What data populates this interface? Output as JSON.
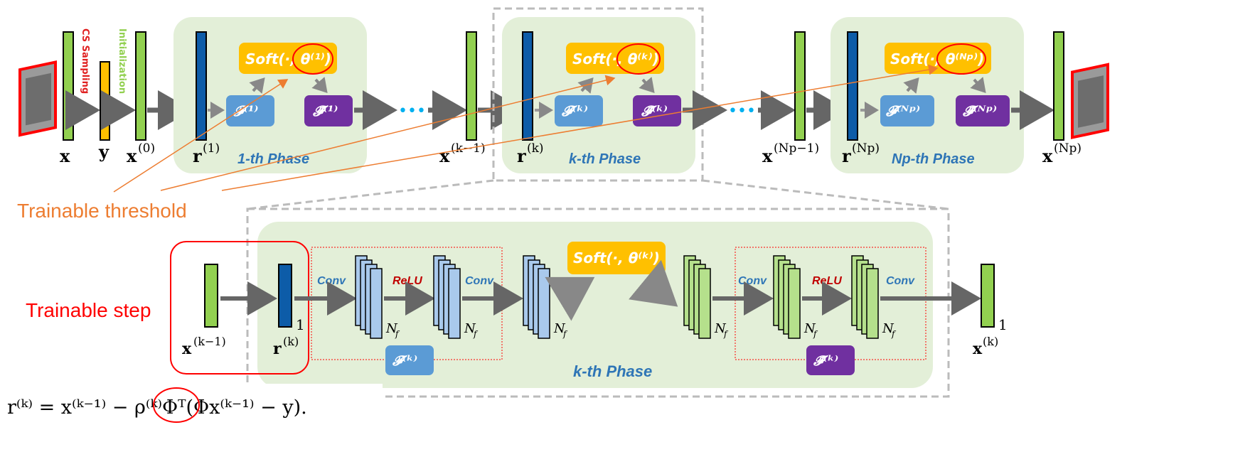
{
  "top": {
    "cs_sampling": "CS Sampling",
    "initialization": "Initialization",
    "labels": {
      "x": "x",
      "y": "y",
      "x0": "x",
      "x0_sup": "(0)",
      "r1": "r",
      "r1_sup": "(1)",
      "xk1": "x",
      "xk1_sup": "(k−1)",
      "rk": "r",
      "rk_sup": "(k)",
      "xnp1": "x",
      "xnp1_sup": "(Np−1)",
      "rnp": "r",
      "rnp_sup": "(Np)",
      "xnp": "x",
      "xnp_sup": "(Np)"
    },
    "phase1": {
      "title": "1-th Phase",
      "soft": "Soft(·, θ⁽¹⁾)",
      "f": "𝓕⁽¹⁾",
      "ft": "𝓕̃⁽¹⁾"
    },
    "phasek": {
      "title": "k-th Phase",
      "soft": "Soft(·, θ⁽ᵏ⁾)",
      "f": "𝓕⁽ᵏ⁾",
      "ft": "𝓕̃⁽ᵏ⁾"
    },
    "phasenp": {
      "title": "Np-th Phase",
      "soft": "Soft(·, θ⁽ᴺᵖ⁾)",
      "f": "𝓕⁽ᴺᵖ⁾",
      "ft": "𝓕̃⁽ᴺᵖ⁾"
    },
    "dots": "•••"
  },
  "annotations": {
    "trainable_threshold": "Trainable threshold",
    "trainable_step": "Trainable step"
  },
  "bottom": {
    "phase_title": "k-th Phase",
    "soft": "Soft(·, θ⁽ᵏ⁾)",
    "conv1": "Conv",
    "relu1": "ReLU",
    "conv2": "Conv",
    "conv3": "Conv",
    "relu2": "ReLU",
    "conv4": "Conv",
    "nf": "N",
    "nf_sub": "f",
    "one_a": "1",
    "one_b": "1",
    "f": "𝓕⁽ᵏ⁾",
    "ft": "𝓕̃⁽ᵏ⁾",
    "xk1": "x",
    "xk1_sup": "(k−1)",
    "rk": "r",
    "rk_sup": "(k)",
    "xk": "x",
    "xk_sup": "(k)"
  },
  "equation": "r⁽ᵏ⁾ = x⁽ᵏ⁻¹⁾ − ρ⁽ᵏ⁾Φᵀ(Φx⁽ᵏ⁻¹⁾ − y).",
  "colors": {
    "phase_bg": "#e3efd8",
    "green_bar": "#92d050",
    "blue_bar": "#0d5ca8",
    "yellow": "#ffc000",
    "soft_box": "#ffc000",
    "f_box": "#5b9bd5",
    "ft_box": "#7030a0",
    "phase_title": "#2e75b6",
    "arrow": "#666666",
    "orange": "#ed7d31",
    "red": "#ff0000",
    "relu": "#c00000",
    "dots": "#00b0f0",
    "light_blue": "#a9c9ec",
    "light_green": "#b5e08c"
  }
}
